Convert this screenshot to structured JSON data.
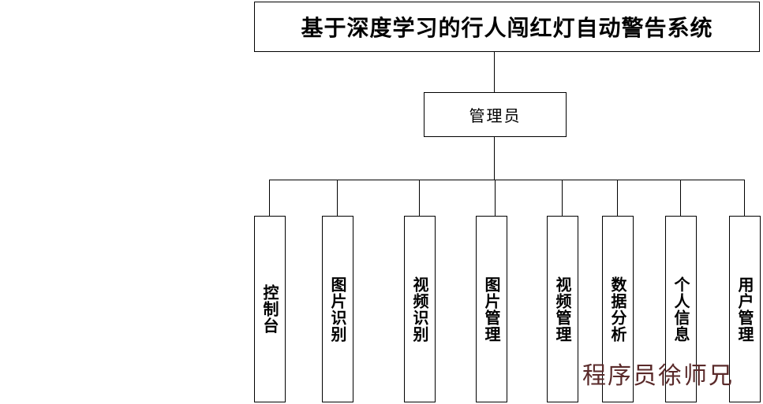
{
  "title": "基于深度学习的行人闯红灯自动警告系统",
  "admin": "管理员",
  "modules": [
    {
      "id": "console",
      "label": "控制台"
    },
    {
      "id": "image-recognition",
      "label": "图片识别"
    },
    {
      "id": "video-recognition",
      "label": "视频识别"
    },
    {
      "id": "image-management",
      "label": "图片管理"
    },
    {
      "id": "video-management",
      "label": "视频管理"
    },
    {
      "id": "data-analysis",
      "label": "数据分析"
    },
    {
      "id": "personal-info",
      "label": "个人信息"
    },
    {
      "id": "user-management",
      "label": "用户管理"
    }
  ],
  "watermark": "程序员徐师兄"
}
